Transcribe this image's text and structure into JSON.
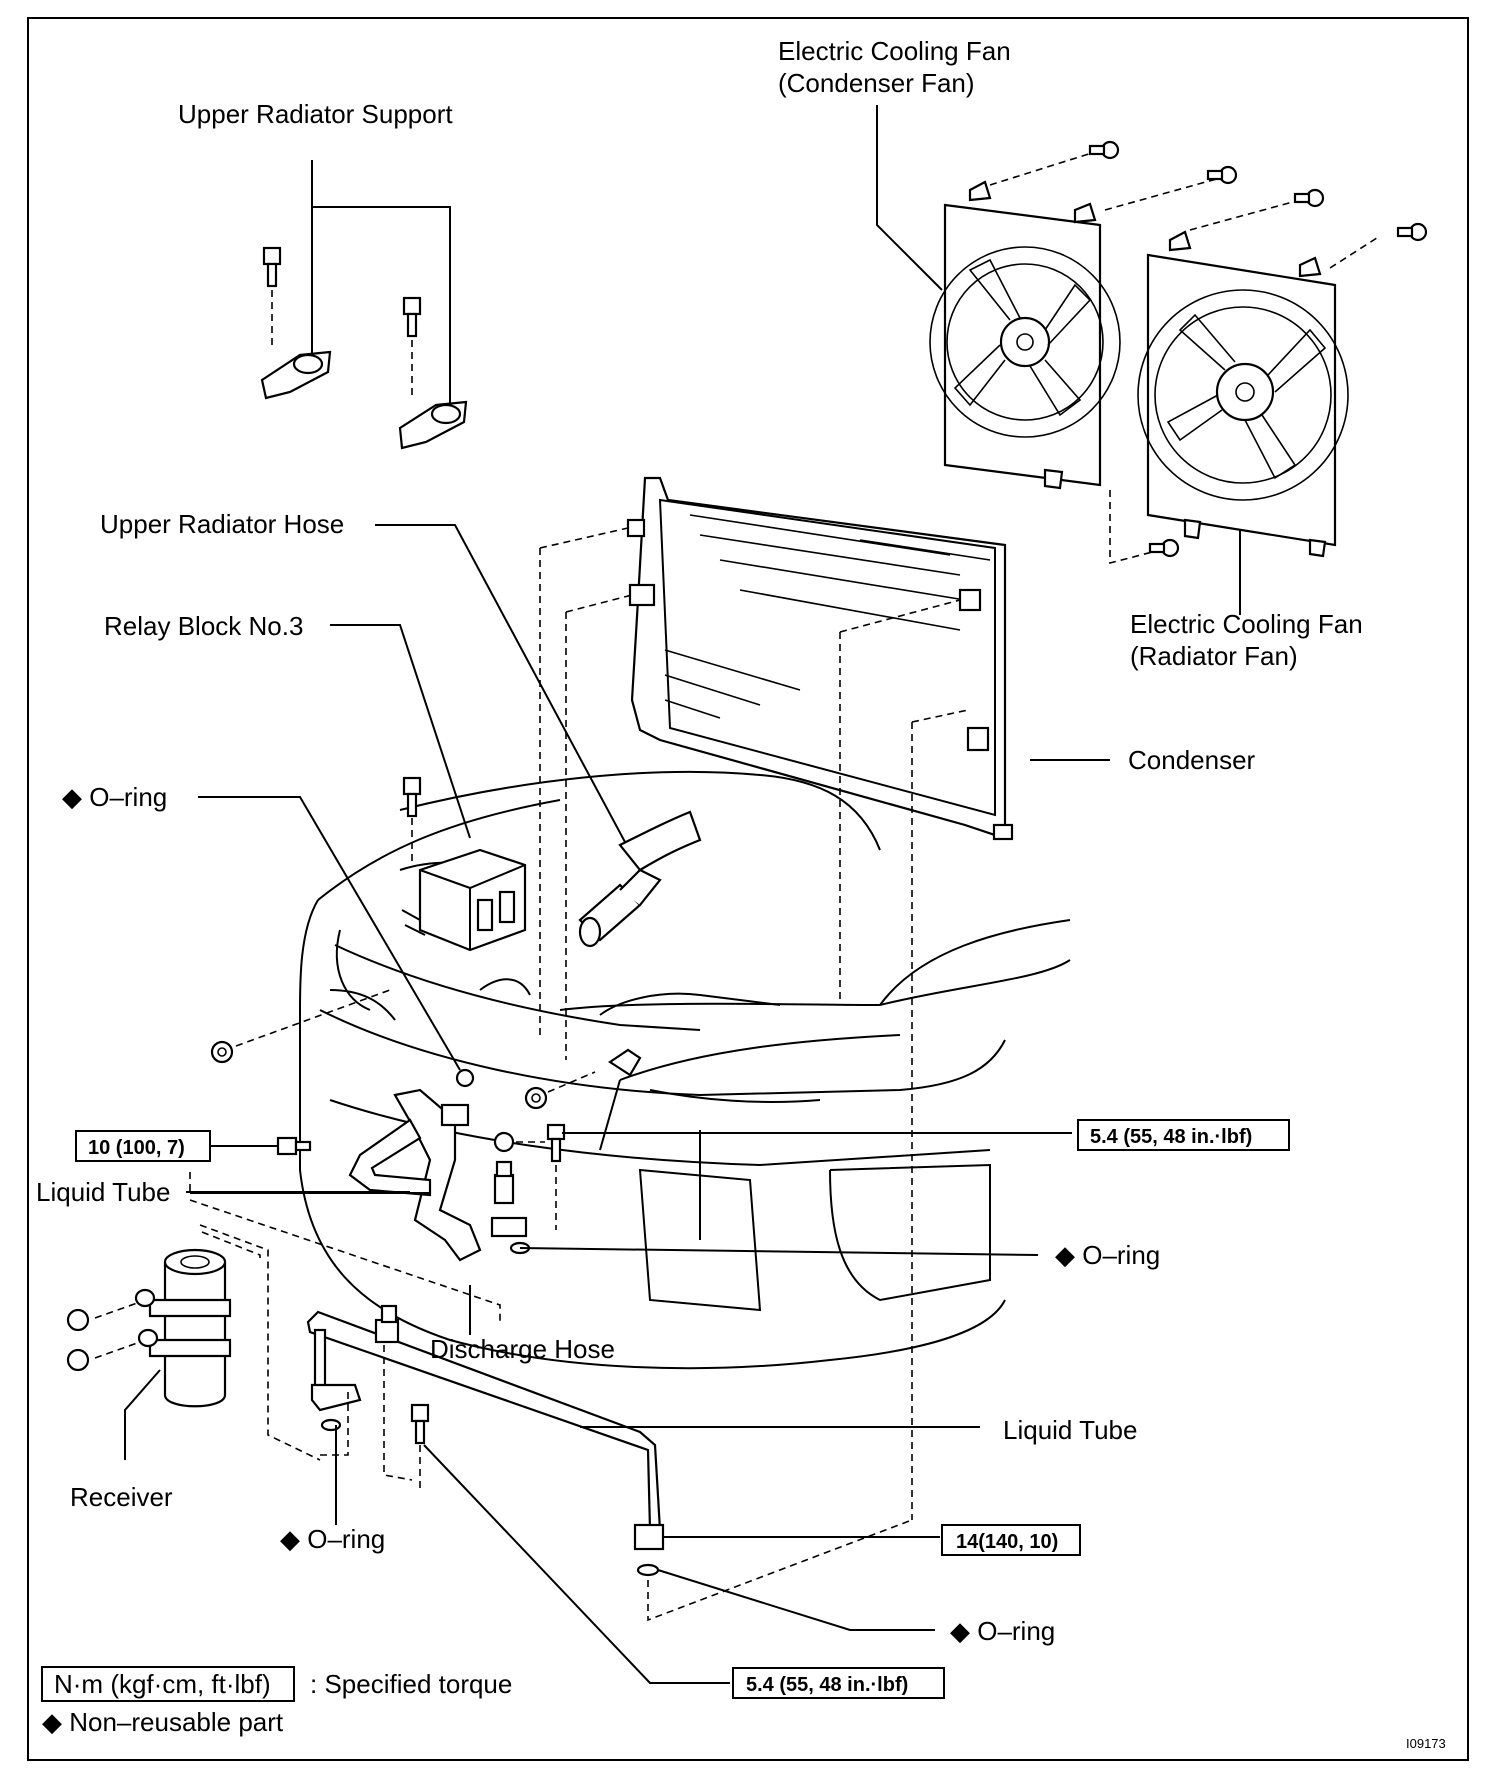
{
  "labels": {
    "upper_radiator_support": "Upper Radiator Support",
    "cooling_fan_condenser_1": "Electric Cooling Fan",
    "cooling_fan_condenser_2": "(Condenser Fan)",
    "upper_radiator_hose": "Upper Radiator Hose",
    "relay_block": "Relay Block No.3",
    "cooling_fan_radiator_1": "Electric Cooling Fan",
    "cooling_fan_radiator_2": "(Radiator Fan)",
    "condenser": "Condenser",
    "oring_1": "◆ O–ring",
    "oring_2": "◆ O–ring",
    "oring_3": "◆ O–ring",
    "oring_4": "◆ O–ring",
    "liquid_tube_1": "Liquid Tube",
    "liquid_tube_2": "Liquid Tube",
    "discharge_hose": "Discharge Hose",
    "receiver": "Receiver"
  },
  "torques": {
    "t1": "10 (100, 7)",
    "t2": "5.4 (55, 48 in.·lbf)",
    "t3": "14(140, 10)",
    "t4": "5.4 (55, 48 in.·lbf)"
  },
  "legend": {
    "unit_box": "N·m (kgf·cm, ft·lbf)",
    "unit_desc": ": Specified torque",
    "non_reusable": "◆ Non–reusable part"
  },
  "figure_id": "I09173"
}
